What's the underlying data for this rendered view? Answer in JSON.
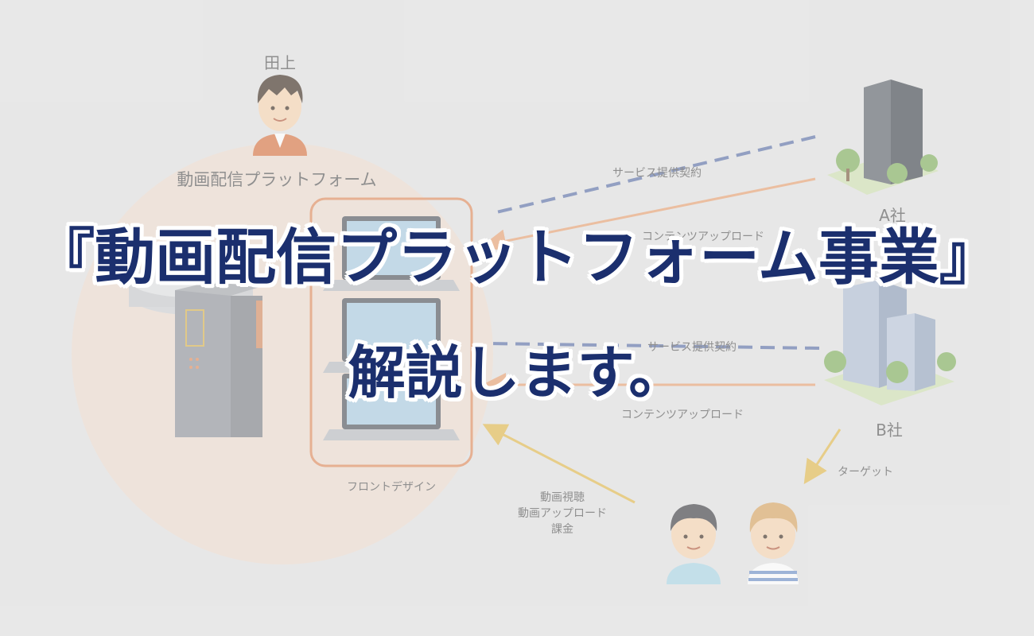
{
  "diagram": {
    "person_label": "田上",
    "platform_label": "動画配信プラットフォーム",
    "front_design_label": "フロントデザイン",
    "company_a": {
      "label": "A社",
      "contract_label": "サービス提供契約",
      "upload_label": "コンテンツアップロード"
    },
    "company_b": {
      "label": "B社",
      "contract_label": "サービス提供契約",
      "upload_label": "コンテンツアップロード"
    },
    "target_label": "ターゲット",
    "user_actions": [
      "動画視聴",
      "動画アップロード",
      "課金"
    ]
  },
  "headline": {
    "line1": "『動画配信プラットフォーム事業』",
    "line2": "解説します。"
  },
  "colors": {
    "headline_text": "#1b2f6e",
    "headline_outline": "#ffffff",
    "contract_arrow": "#5a6fa6",
    "upload_arrow": "#e8a070",
    "user_arrow": "#e2b84a",
    "platform_circle": "#f2d9c8",
    "front_box_border": "#e08a5a"
  }
}
